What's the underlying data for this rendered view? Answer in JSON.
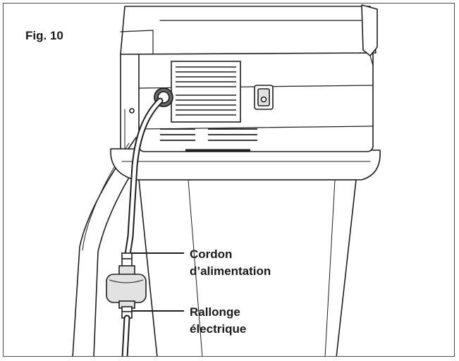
{
  "figure": {
    "label": "Fig. 10"
  },
  "callouts": [
    {
      "line1": "Cordon",
      "line2": "d’alimentation"
    },
    {
      "line1": "Rallonge",
      "line2": "électrique"
    }
  ],
  "colors": {
    "stroke": "#1e1e1e",
    "fill": "#ffffff",
    "shade": "#e2e2e2",
    "dark": "#6a6a6a"
  }
}
